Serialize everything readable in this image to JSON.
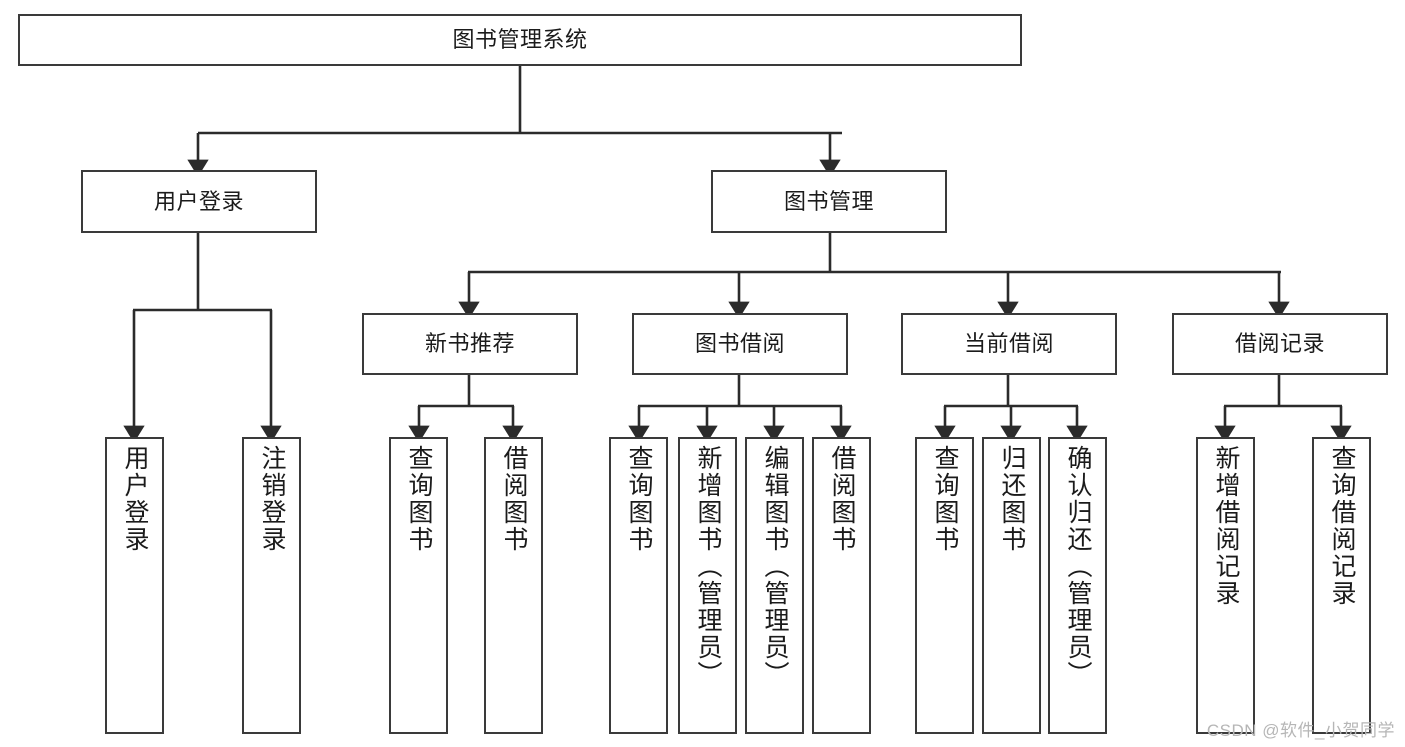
{
  "diagram": {
    "type": "tree-hierarchy",
    "title": "图书管理系统",
    "watermark": "CSDN @软件_小贺同学",
    "colors": {
      "border": "#3a3a3a",
      "background": "#ffffff",
      "text": "#1b1b1b",
      "edge": "#2b2b2b",
      "watermark": "#b6b6b6"
    },
    "nodes": {
      "root": {
        "label": "图书管理系统"
      },
      "level1": [
        {
          "id": "user-login",
          "label": "用户登录"
        },
        {
          "id": "book-manage",
          "label": "图书管理"
        }
      ],
      "level2": [
        {
          "id": "new-book-recommend",
          "label": "新书推荐"
        },
        {
          "id": "book-borrow",
          "label": "图书借阅"
        },
        {
          "id": "current-borrow",
          "label": "当前借阅"
        },
        {
          "id": "borrow-record",
          "label": "借阅记录"
        }
      ],
      "leaves": {
        "user-login": [
          {
            "id": "leaf-user-login",
            "label": "用户登录"
          },
          {
            "id": "leaf-logout",
            "label": "注销登录"
          }
        ],
        "new-book-recommend": [
          {
            "id": "leaf-query-book-1",
            "label": "查询图书"
          },
          {
            "id": "leaf-borrow-book-1",
            "label": "借阅图书"
          }
        ],
        "book-borrow": [
          {
            "id": "leaf-query-book-2",
            "label": "查询图书"
          },
          {
            "id": "leaf-add-book",
            "label": "新增图书（管理员）"
          },
          {
            "id": "leaf-edit-book",
            "label": "编辑图书（管理员）"
          },
          {
            "id": "leaf-borrow-book-2",
            "label": "借阅图书"
          }
        ],
        "current-borrow": [
          {
            "id": "leaf-query-book-3",
            "label": "查询图书"
          },
          {
            "id": "leaf-return-book",
            "label": "归还图书"
          },
          {
            "id": "leaf-confirm-return",
            "label": "确认归还（管理员）"
          }
        ],
        "borrow-record": [
          {
            "id": "leaf-add-record",
            "label": "新增借阅记录"
          },
          {
            "id": "leaf-query-record",
            "label": "查询借阅记录"
          }
        ]
      }
    }
  }
}
